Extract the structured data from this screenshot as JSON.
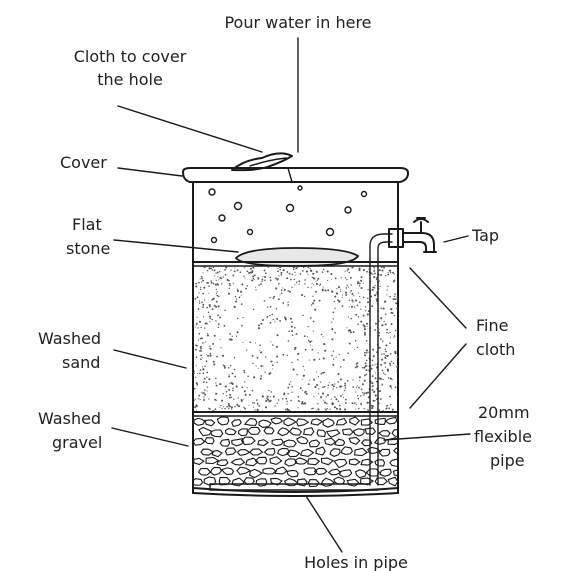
{
  "labels": {
    "pour": "Pour water in here",
    "cloth_cover_1": "Cloth to cover",
    "cloth_cover_2": "the hole",
    "cover": "Cover",
    "flat_stone_1": "Flat",
    "flat_stone_2": "stone",
    "washed_sand_1": "Washed",
    "washed_sand_2": "sand",
    "washed_gravel_1": "Washed",
    "washed_gravel_2": "gravel",
    "tap": "Tap",
    "fine_cloth_1": "Fine",
    "fine_cloth_2": "cloth",
    "pipe_1": "20mm",
    "pipe_2": "flexible",
    "pipe_3": "pipe",
    "holes": "Holes in pipe"
  },
  "colors": {
    "ink": "#1a1a1a",
    "sand_speckle": "#555555",
    "stone": "#e8e8e8"
  }
}
